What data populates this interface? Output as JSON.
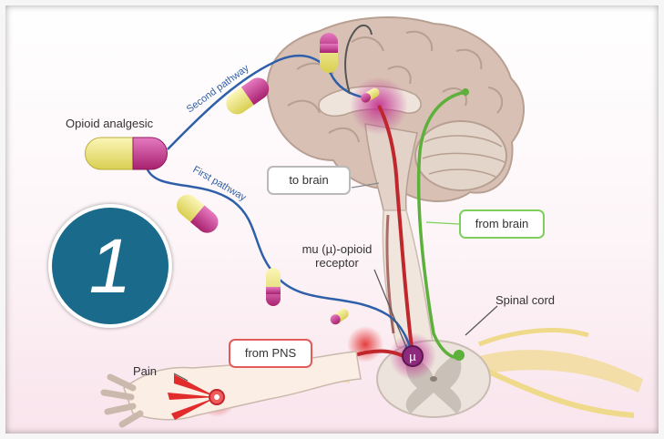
{
  "labels": {
    "opioid_analgesic": "Opioid analgesic",
    "second_pathway": "Second pathway",
    "first_pathway": "First pathway",
    "to_brain": "to brain",
    "from_brain": "from brain",
    "mu_receptor_line1": "mu (µ)-opioid",
    "mu_receptor_line2": "receptor",
    "spinal_cord": "Spinal cord",
    "from_pns": "from PNS",
    "pain": "Pain",
    "receptor_symbol": "µ"
  },
  "badge": {
    "number": "1",
    "color": "#1a6a8c"
  },
  "colors": {
    "pill_magenta": "#c8378a",
    "pill_yellow": "#f2ea78",
    "pathway_blue": "#2f5fa8",
    "signal_red": "#c0272d",
    "descending_green": "#5cb03b",
    "nerve_yellow": "#efd98a",
    "brain_tan": "#d8c1b4"
  }
}
